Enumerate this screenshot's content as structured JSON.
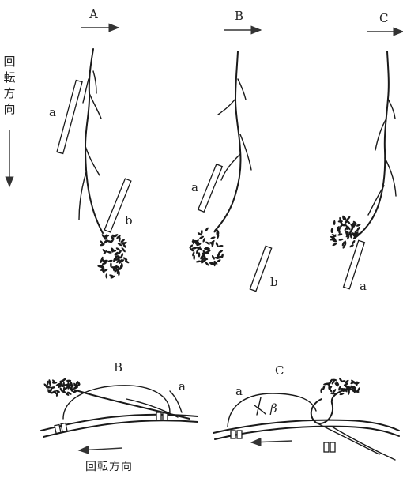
{
  "top_panels": [
    {
      "label": "A",
      "bars": [
        "a",
        "b"
      ]
    },
    {
      "label": "B",
      "bars": [
        "a",
        "b"
      ]
    },
    {
      "label": "C",
      "bars": [
        "a"
      ]
    }
  ],
  "bottom_panels": [
    {
      "label": "B",
      "bar_label": "a"
    },
    {
      "label": "C",
      "bar_label": "a",
      "angle_label": "β"
    }
  ],
  "rotation_direction_text": "回転方向"
}
